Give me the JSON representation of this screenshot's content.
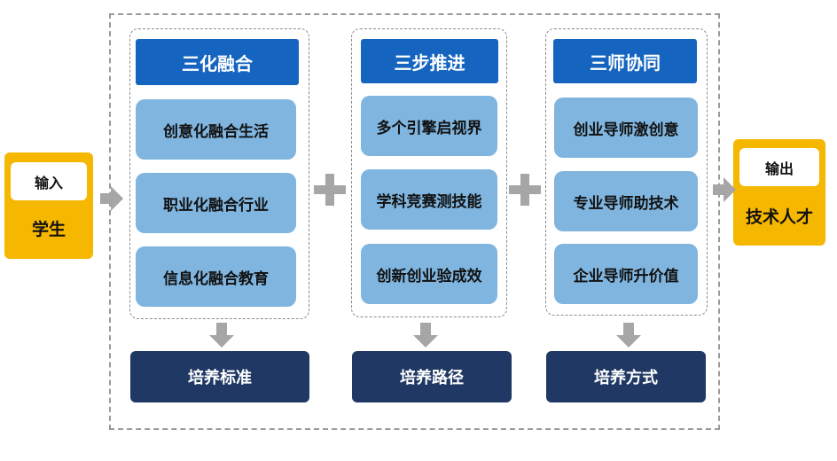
{
  "input": {
    "tag": "输入",
    "label": "学生"
  },
  "output": {
    "tag": "输出",
    "label": "技术人才"
  },
  "columns": [
    {
      "title": "三化融合",
      "items": [
        "创意化融合生活",
        "职业化融合行业",
        "信息化融合教育"
      ],
      "result": "培养标准"
    },
    {
      "title": "三步推进",
      "items": [
        "多个引擎启视界",
        "学科竞赛测技能",
        "创新创业验成效"
      ],
      "result": "培养路径"
    },
    {
      "title": "三师协同",
      "items": [
        "创业导师激创意",
        "专业导师助技术",
        "企业导师升价值"
      ],
      "result": "培养方式"
    }
  ],
  "colors": {
    "header": "#1565c0",
    "item": "#7fb5df",
    "result": "#1f3864",
    "side": "#f5b700",
    "arrow": "#a6a6a6"
  }
}
